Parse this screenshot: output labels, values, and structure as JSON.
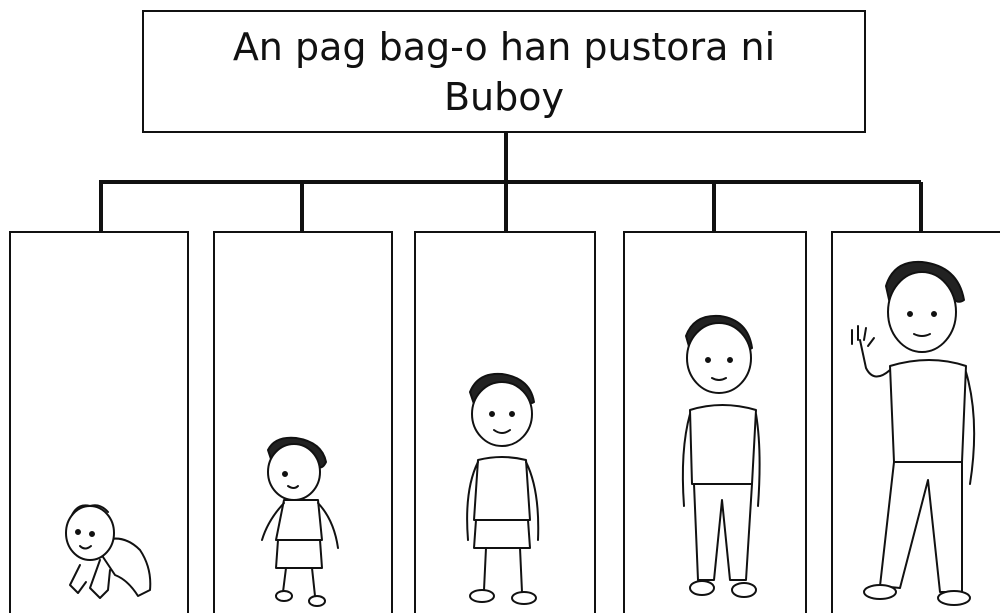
{
  "title": "An pag bag-o han pustora ni Buboy",
  "stages": [
    {
      "id": "baby",
      "figure": "crawling-baby"
    },
    {
      "id": "toddler",
      "figure": "toddler-standing"
    },
    {
      "id": "child",
      "figure": "child-smiling"
    },
    {
      "id": "preteen",
      "figure": "boy-standing"
    },
    {
      "id": "teen",
      "figure": "teen-waving"
    }
  ]
}
